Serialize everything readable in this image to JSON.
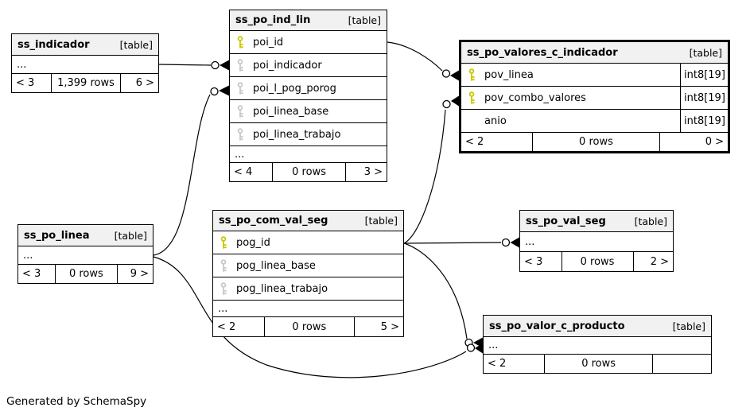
{
  "diagram": {
    "caption": "Generated by SchemaSpy",
    "tables": [
      {
        "id": "ss_indicador",
        "name": "ss_indicador",
        "tag": "[table]",
        "emphasized": false,
        "columns": [],
        "ellipsis": true,
        "footer": {
          "left": "< 3",
          "center": "1,399 rows",
          "right": "6 >"
        }
      },
      {
        "id": "ss_po_ind_lin",
        "name": "ss_po_ind_lin",
        "tag": "[table]",
        "emphasized": false,
        "columns": [
          {
            "name": "poi_id",
            "key": "pk"
          },
          {
            "name": "poi_indicador",
            "key": "fk"
          },
          {
            "name": "poi_l_pog_porog",
            "key": "fk"
          },
          {
            "name": "poi_linea_base",
            "key": "fk"
          },
          {
            "name": "poi_linea_trabajo",
            "key": "fk"
          }
        ],
        "ellipsis": true,
        "footer": {
          "left": "< 4",
          "center": "0 rows",
          "right": "3 >"
        }
      },
      {
        "id": "ss_po_valores_c_indicador",
        "name": "ss_po_valores_c_indicador",
        "tag": "[table]",
        "emphasized": true,
        "columns": [
          {
            "name": "pov_linea",
            "key": "pk",
            "type": "int8[19]"
          },
          {
            "name": "pov_combo_valores",
            "key": "pk",
            "type": "int8[19]"
          },
          {
            "name": "anio",
            "key": null,
            "type": "int8[19]"
          }
        ],
        "ellipsis": false,
        "footer": {
          "left": "< 2",
          "center": "0 rows",
          "right": "0 >"
        }
      },
      {
        "id": "ss_po_linea",
        "name": "ss_po_linea",
        "tag": "[table]",
        "emphasized": false,
        "columns": [],
        "ellipsis": true,
        "footer": {
          "left": "< 3",
          "center": "0 rows",
          "right": "9 >"
        }
      },
      {
        "id": "ss_po_com_val_seg",
        "name": "ss_po_com_val_seg",
        "tag": "[table]",
        "emphasized": false,
        "columns": [
          {
            "name": "pog_id",
            "key": "pk"
          },
          {
            "name": "pog_linea_base",
            "key": "fk"
          },
          {
            "name": "pog_linea_trabajo",
            "key": "fk"
          }
        ],
        "ellipsis": true,
        "footer": {
          "left": "< 2",
          "center": "0 rows",
          "right": "5 >"
        }
      },
      {
        "id": "ss_po_val_seg",
        "name": "ss_po_val_seg",
        "tag": "[table]",
        "emphasized": false,
        "columns": [],
        "ellipsis": true,
        "footer": {
          "left": "< 3",
          "center": "0 rows",
          "right": "2 >"
        }
      },
      {
        "id": "ss_po_valor_c_producto",
        "name": "ss_po_valor_c_producto",
        "tag": "[table]",
        "emphasized": false,
        "columns": [],
        "ellipsis": true,
        "footer": {
          "left": "< 2",
          "center": "0 rows",
          "right": ""
        }
      }
    ],
    "connections": [
      {
        "from": "ss_indicador",
        "to": "ss_po_ind_lin.poi_indicador"
      },
      {
        "from": "ss_po_linea",
        "to": "ss_po_ind_lin.poi_l_pog_porog"
      },
      {
        "from": "ss_po_ind_lin.poi_id",
        "to": "ss_po_valores_c_indicador.pov_linea"
      },
      {
        "from": "ss_po_com_val_seg.pog_id",
        "to": "ss_po_valores_c_indicador.pov_combo_valores"
      },
      {
        "from": "ss_po_com_val_seg.pog_id",
        "to": "ss_po_val_seg"
      },
      {
        "from": "ss_po_com_val_seg.pog_id",
        "to": "ss_po_valor_c_producto"
      },
      {
        "from": "ss_po_linea",
        "to": "ss_po_valor_c_producto"
      }
    ],
    "colors": {
      "primary_key": "#c9c900",
      "foreign_key": "#c8c8c8",
      "header_bg": "#f1f1f1",
      "line": "#000000"
    }
  }
}
